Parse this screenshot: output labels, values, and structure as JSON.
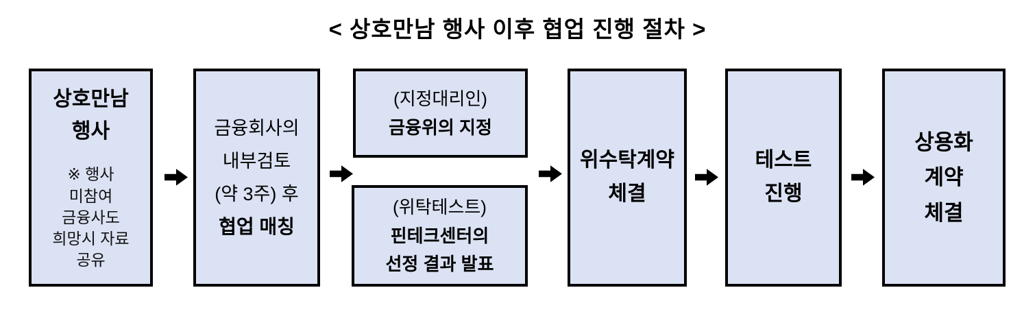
{
  "diagram": {
    "title": "< 상호만남 행사 이후 협업 진행 절차 >",
    "colors": {
      "box_fill": "#dbe2f3",
      "box_border": "#000000",
      "arrow": "#000000",
      "text": "#000000"
    },
    "steps": {
      "step1": {
        "title": "상호만남\n행사",
        "note": "※ 행사\n미참여\n금융사도\n희망시 자료\n공유"
      },
      "step2": {
        "body": "금융회사의\n내부검토\n(약 3주) 후",
        "emphasis": "협업 매칭"
      },
      "step3a": {
        "label": "(지정대리인)",
        "emphasis": "금융위의 지정"
      },
      "step3b": {
        "label": "(위탁테스트)",
        "emphasis": "핀테크센터의\n선정 결과 발표"
      },
      "step4": {
        "emphasis": "위수탁계약\n체결"
      },
      "step5": {
        "emphasis": "테스트\n진행"
      },
      "step6": {
        "emphasis": "상용화\n계약\n체결"
      }
    }
  }
}
